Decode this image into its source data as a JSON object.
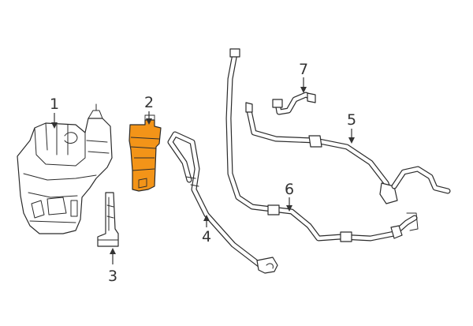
{
  "diagram": {
    "highlight_color": "#f39418",
    "callouts": [
      {
        "number": "1",
        "part": "reservoir-assembly"
      },
      {
        "number": "2",
        "part": "reservoir-highlighted"
      },
      {
        "number": "3",
        "part": "mounting-bracket"
      },
      {
        "number": "4",
        "part": "return-hose"
      },
      {
        "number": "5",
        "part": "pressure-hose"
      },
      {
        "number": "6",
        "part": "pressure-line"
      },
      {
        "number": "7",
        "part": "small-hose"
      }
    ]
  }
}
